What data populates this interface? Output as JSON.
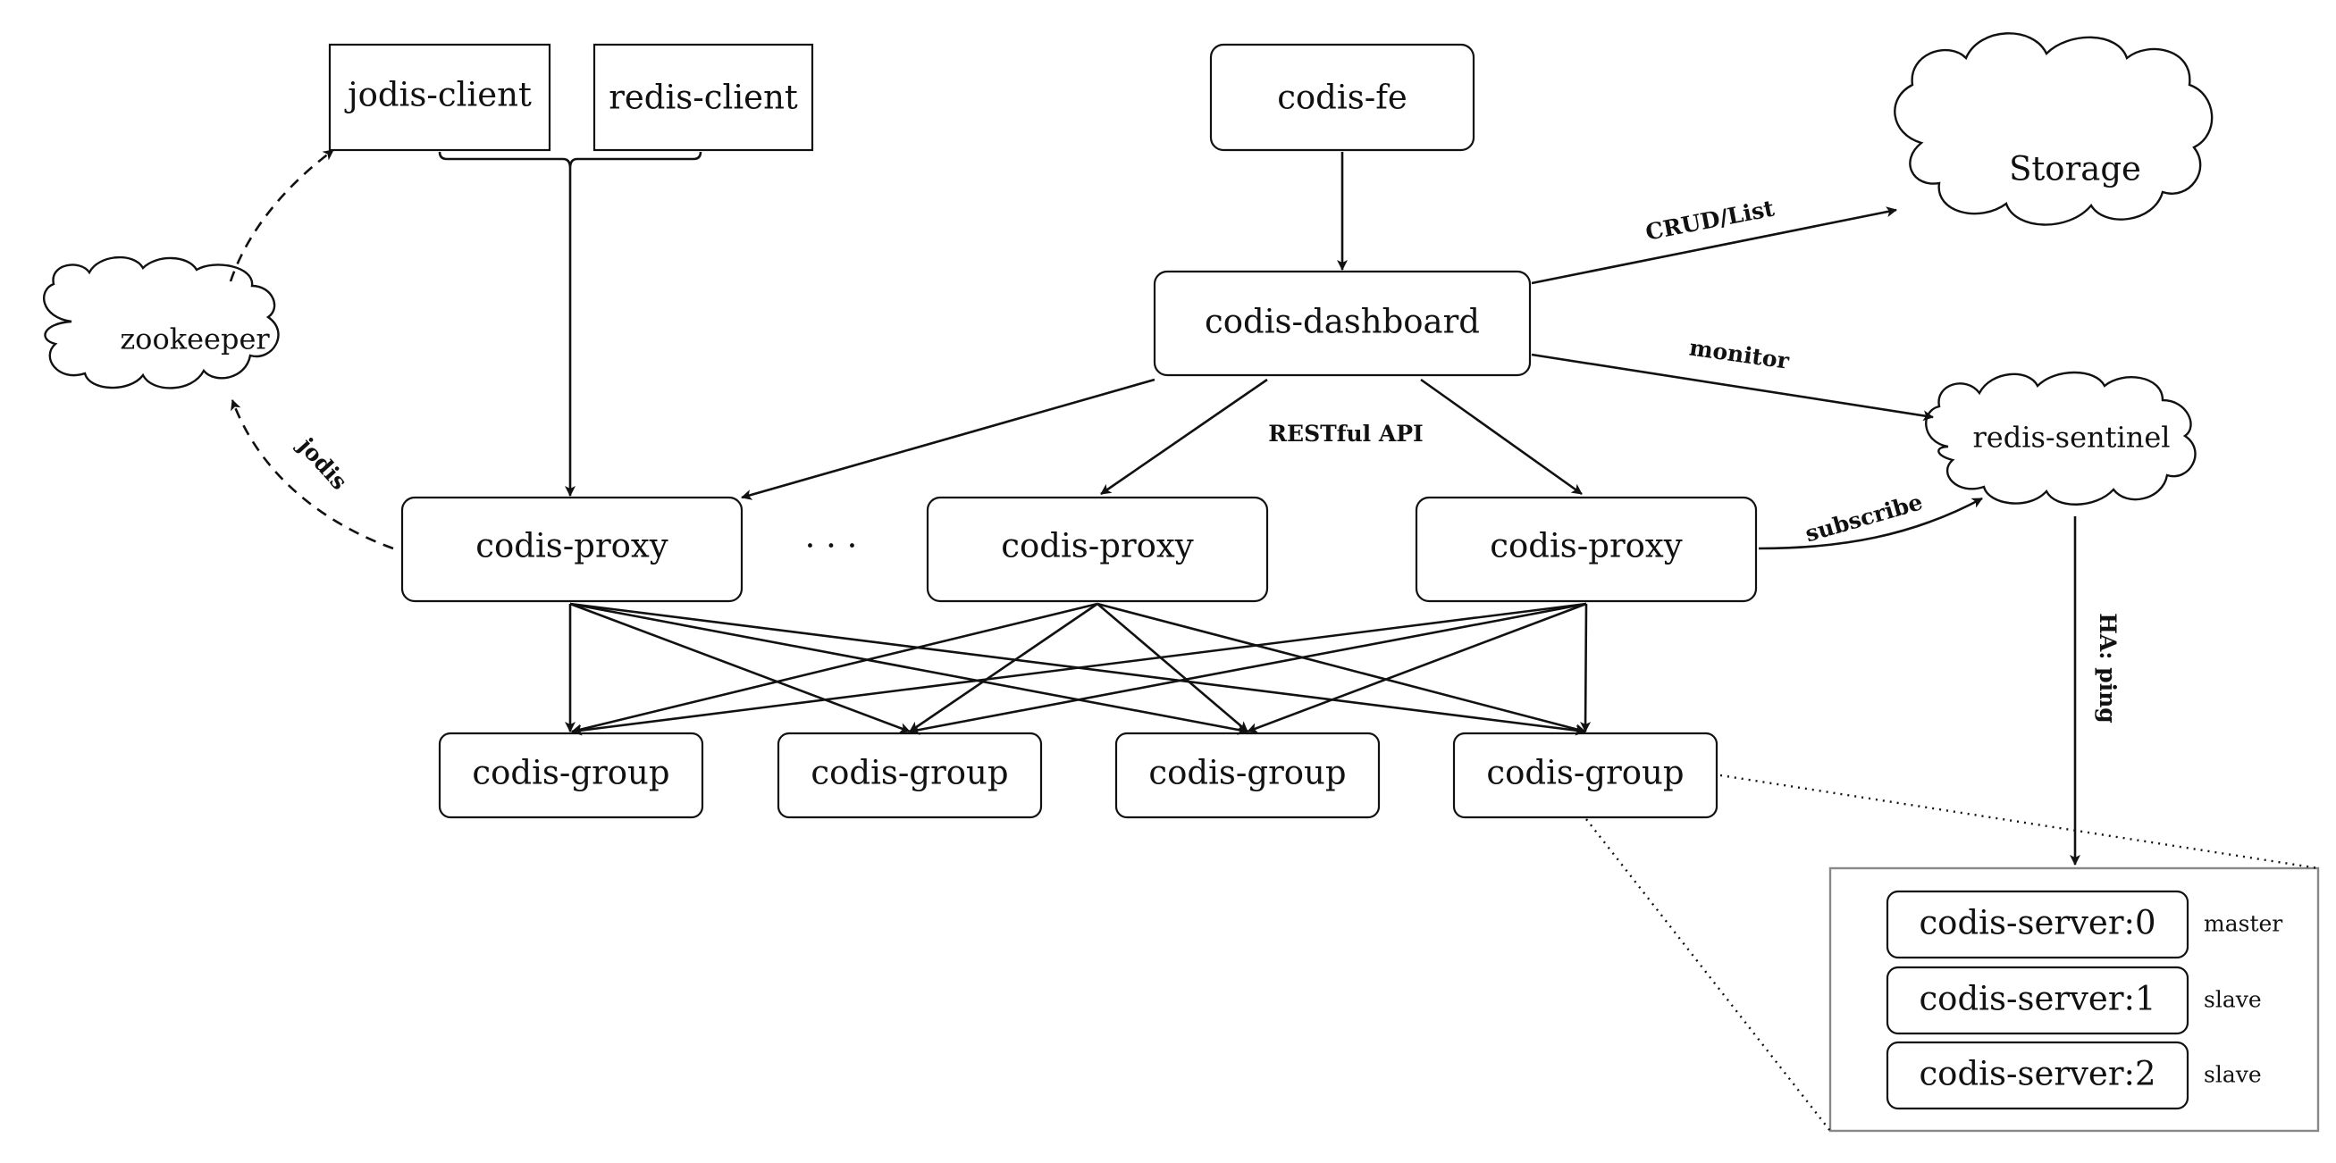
{
  "clients": {
    "jodis_client": "jodis-client",
    "redis_client": "redis-client"
  },
  "fe": "codis-fe",
  "dashboard": "codis-dashboard",
  "storage": "Storage",
  "zookeeper": "zookeeper",
  "sentinel": "redis-sentinel",
  "proxies": [
    "codis-proxy",
    "codis-proxy",
    "codis-proxy"
  ],
  "ellipsis": "· · ·",
  "groups": [
    "codis-group",
    "codis-group",
    "codis-group",
    "codis-group"
  ],
  "servers": [
    {
      "name": "codis-server:0",
      "role": "master"
    },
    {
      "name": "codis-server:1",
      "role": "slave"
    },
    {
      "name": "codis-server:2",
      "role": "slave"
    }
  ],
  "edge_labels": {
    "crud": "CRUD/List",
    "monitor": "monitor",
    "restful": "RESTful API",
    "subscribe": "subscribe",
    "jodis": "jodis",
    "ha": "HA: ping"
  }
}
